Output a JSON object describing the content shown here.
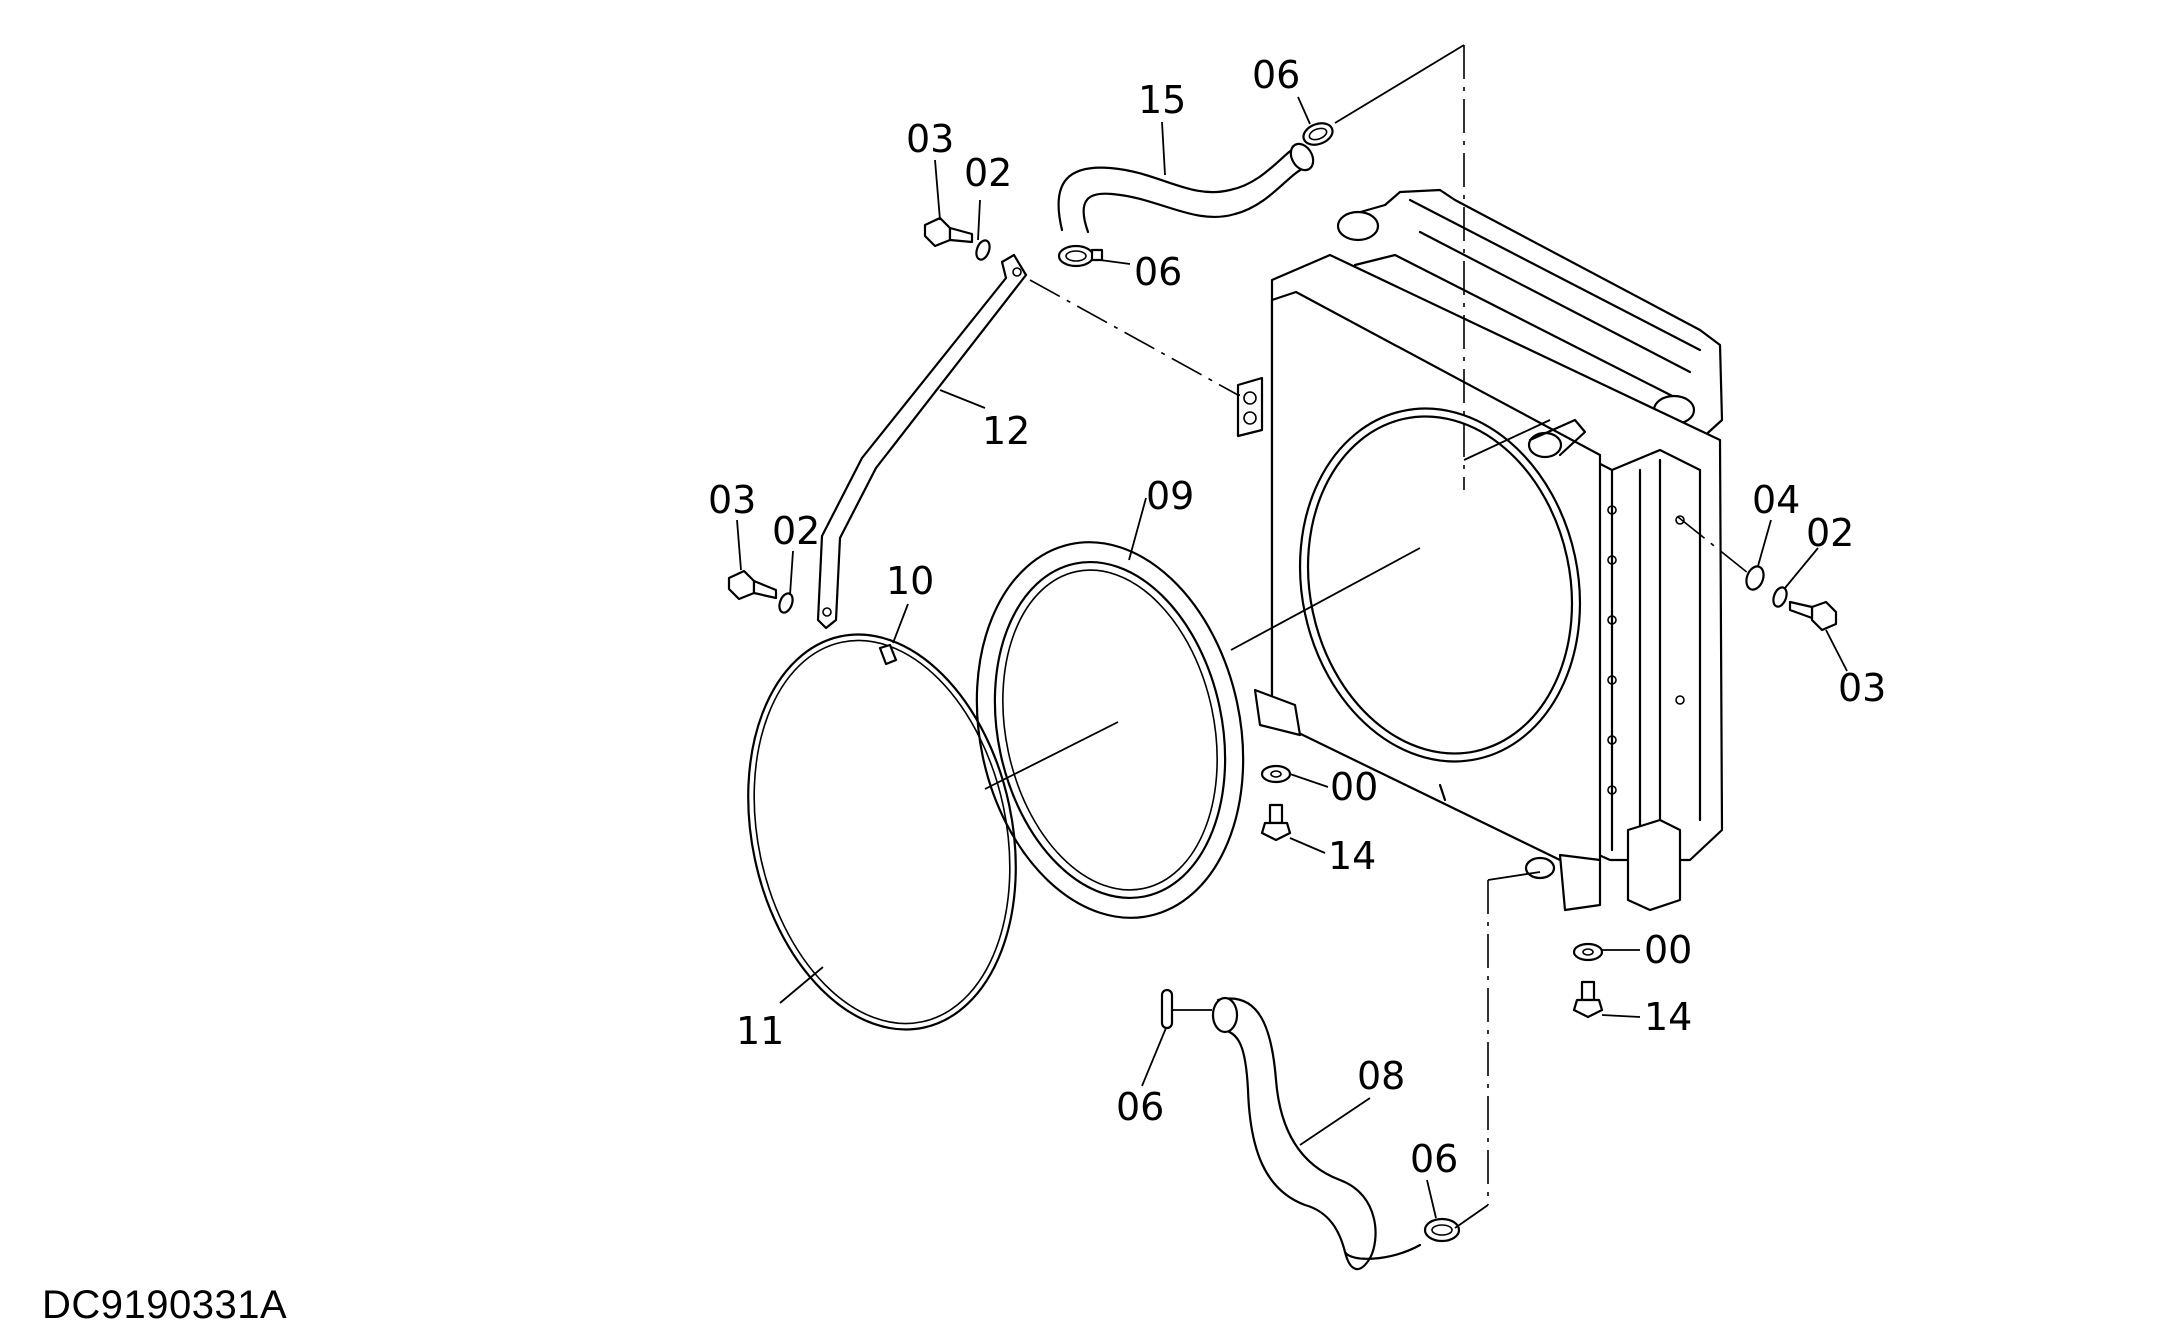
{
  "drawing_number": "DC9190331A",
  "callouts": [
    {
      "key": "c15",
      "text": "15"
    },
    {
      "key": "c06a",
      "text": "06"
    },
    {
      "key": "c03a",
      "text": "03"
    },
    {
      "key": "c02a",
      "text": "02"
    },
    {
      "key": "c06b",
      "text": "06"
    },
    {
      "key": "c12",
      "text": "12"
    },
    {
      "key": "c03b",
      "text": "03"
    },
    {
      "key": "c02b",
      "text": "02"
    },
    {
      "key": "c09",
      "text": "09"
    },
    {
      "key": "c10",
      "text": "10"
    },
    {
      "key": "c04",
      "text": "04"
    },
    {
      "key": "c02c",
      "text": "02"
    },
    {
      "key": "c03c",
      "text": "03"
    },
    {
      "key": "c00a",
      "text": "00"
    },
    {
      "key": "c14a",
      "text": "14"
    },
    {
      "key": "c00b",
      "text": "00"
    },
    {
      "key": "c14b",
      "text": "14"
    },
    {
      "key": "c11",
      "text": "11"
    },
    {
      "key": "c08",
      "text": "08"
    },
    {
      "key": "c06c",
      "text": "06"
    },
    {
      "key": "c06d",
      "text": "06"
    }
  ]
}
